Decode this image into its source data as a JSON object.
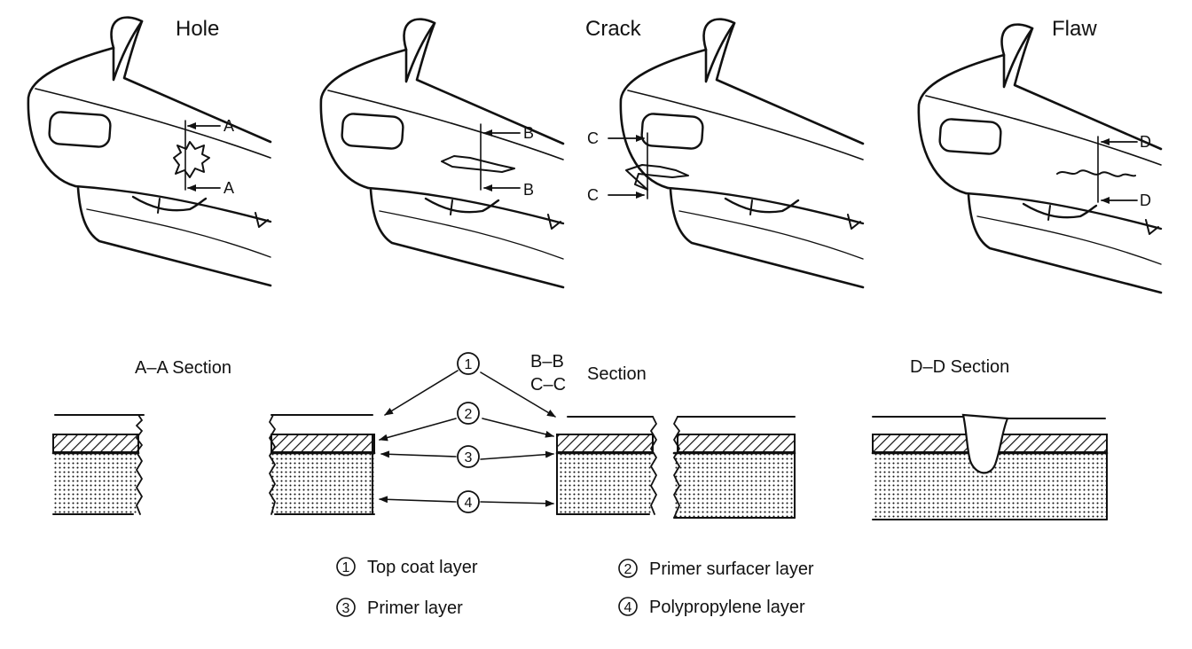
{
  "panels": [
    {
      "title": "Hole",
      "marker": "A"
    },
    {
      "title": "Crack",
      "marker": "B"
    },
    {
      "title": "",
      "marker": "C"
    },
    {
      "title": "Flaw",
      "marker": "D"
    }
  ],
  "crack_title": "Crack",
  "sections": {
    "aa": "A–A  Section",
    "bb_top": "B–B",
    "bb_bottom": "C–C",
    "bb_word": "Section",
    "dd": "D–D  Section"
  },
  "callouts": [
    "1",
    "2",
    "3",
    "4"
  ],
  "legend": [
    {
      "num": "1",
      "label": "Top coat layer"
    },
    {
      "num": "2",
      "label": "Primer surfacer layer"
    },
    {
      "num": "3",
      "label": "Primer layer"
    },
    {
      "num": "4",
      "label": "Polypropylene layer"
    }
  ],
  "colors": {
    "ink": "#111111",
    "paper": "#ffffff"
  }
}
